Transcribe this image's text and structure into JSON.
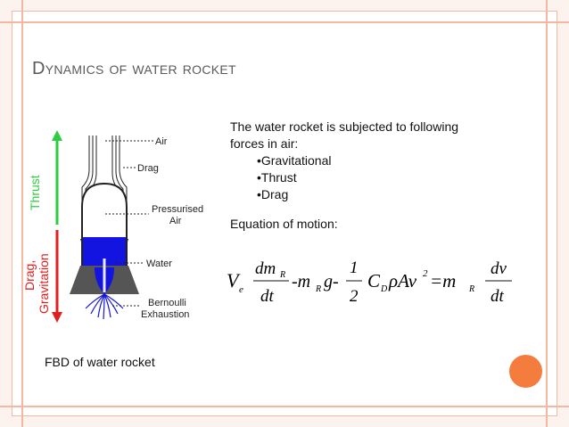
{
  "slide": {
    "title": "Dynamics of water rocket",
    "intro_line1": "The water rocket is subjected to following",
    "intro_line2": "forces in air:",
    "bullets": [
      "•Gravitational",
      "•Thrust",
      "•Drag"
    ],
    "equation_label": "Equation of motion:",
    "caption": "FBD of water rocket"
  },
  "diagram": {
    "thrust_label": "Thrust",
    "drag_gravitation_line1": "Drag,",
    "drag_gravitation_line2": "Gravitation",
    "callouts": {
      "air": "Air",
      "drag": "Drag",
      "pressurised_line1": "Pressurised",
      "pressurised_line2": "Air",
      "water": "Water",
      "bernoulli_line1": "Bernoulli",
      "bernoulli_line2": "Exhaustion"
    }
  },
  "equation": {
    "Ve": "V",
    "Ve_sub": "e",
    "dmR_num": "dm",
    "dmR_sub": "R",
    "dt": "dt",
    "mRg": "-m",
    "mRg_sub": "R",
    "g": "g-",
    "one": "1",
    "two": "2",
    "C": "C",
    "C_sub": "D",
    "rhoAv": "ρAv",
    "sq": "2",
    "equals_m": "=m",
    "mR_sub": "R",
    "dv": "dv",
    "dt2": "dt"
  },
  "colors": {
    "frame": "#f4b7a2",
    "accent_dot": "#f47c3c",
    "thrust_arrow": "#2ecc40",
    "gravity_arrow": "#e02020",
    "water": "#1414e0"
  }
}
